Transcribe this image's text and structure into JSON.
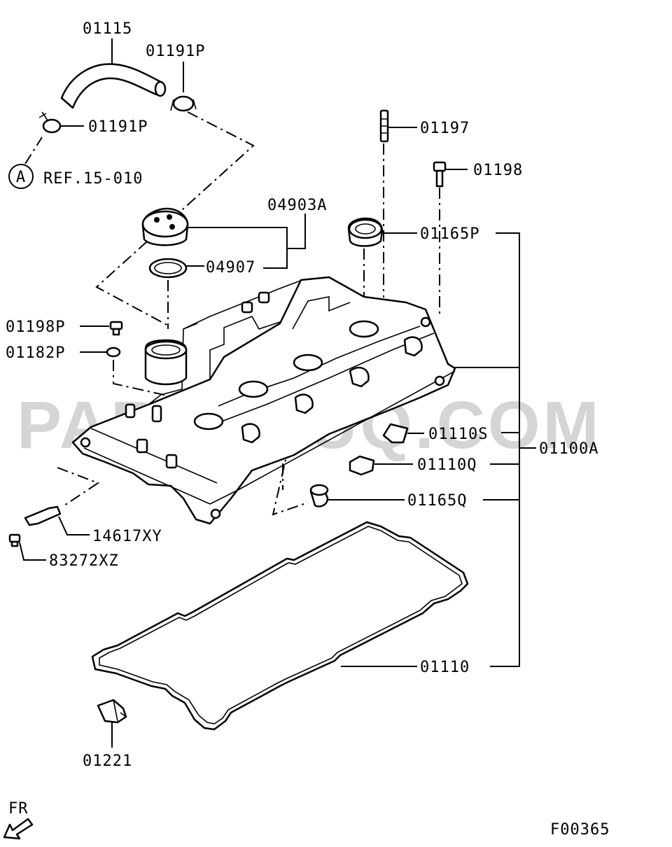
{
  "diagram": {
    "watermark": "PARTSOUQ.COM",
    "reference": {
      "circle_letter": "A",
      "text": "REF.15-010"
    },
    "orientation": "FR",
    "figure_code": "F00365",
    "part_labels": [
      "01115",
      "01191P",
      "01191P",
      "01197",
      "01198",
      "04903A",
      "01165P",
      "04907",
      "01198P",
      "01182P",
      "01110S",
      "01100A",
      "01110Q",
      "01165Q",
      "14617XY",
      "83272XZ",
      "01110",
      "01221"
    ]
  }
}
